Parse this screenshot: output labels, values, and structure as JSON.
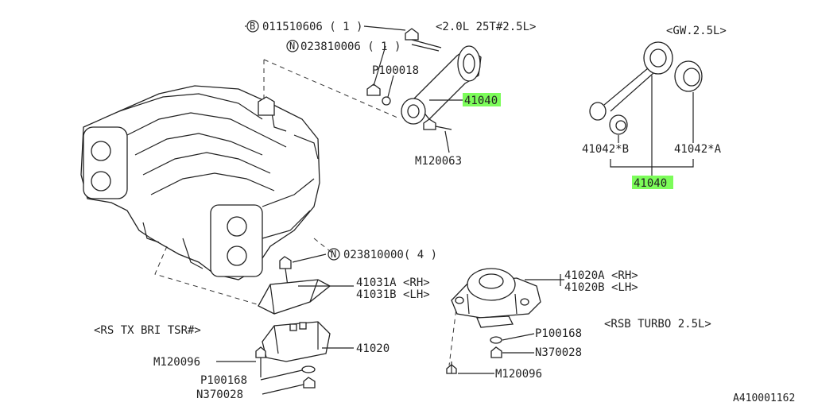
{
  "diagram": {
    "top_center": {
      "bolt_prefix": "B",
      "bolt_part": "011510606 ( 1 )",
      "nut_prefix": "N",
      "nut_part": "023810006 ( 1 )",
      "washer_part": "P100018",
      "pitch_stopper_part": "41040",
      "lower_bolt_part": "M120063",
      "variant_note": "<2.0L 25T#2.5L>"
    },
    "top_right": {
      "variant_note": "<GW.2.5L>",
      "bushing_b_part": "41042*B",
      "bushing_a_part": "41042*A",
      "assembly_part": "41040"
    },
    "left_mount": {
      "nut_prefix": "N",
      "nut_part": "023810000( 4 )",
      "bracket_rh_part": "41031A <RH>",
      "bracket_lh_part": "41031B <LH>",
      "mount_part": "41020",
      "bolt_part": "M120096",
      "washer_part": "P100168",
      "nut2_part": "N370028",
      "variant_note": "<RS TX BRI TSR#>"
    },
    "right_mount": {
      "mount_rh_part": "41020A <RH>",
      "mount_lh_part": "41020B <LH>",
      "variant_note": "<RSB TURBO 2.5L>",
      "washer_part": "P100168",
      "nut_part": "N370028",
      "bolt_part": "M120096"
    },
    "figure_id": "A410001162",
    "colors": {
      "highlight": "#7CFC5A",
      "line": "#222222"
    }
  }
}
